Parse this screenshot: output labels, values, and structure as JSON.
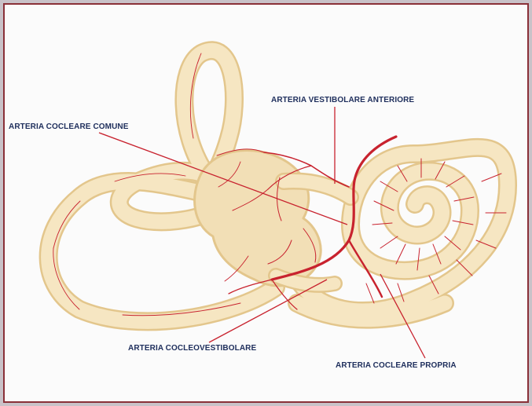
{
  "labels": {
    "vestibolare_anteriore": "ARTERIA VESTIBOLARE ANTERIORE",
    "cocleare_comune": "ARTERIA COCLEARE COMUNE",
    "cocleovestibolare": "ARTERIA COCLEOVESTIBOLARE",
    "cocleare_propria": "ARTERIA COCLEARE PROPRIA"
  },
  "colors": {
    "frame": "#c9c2c8",
    "border": "#8a3038",
    "bone_fill": "#f4e4be",
    "bone_outline": "#e7cc92",
    "artery": "#c8222e",
    "leader_line": "#c8222e",
    "label_text": "#1e2e5c"
  }
}
